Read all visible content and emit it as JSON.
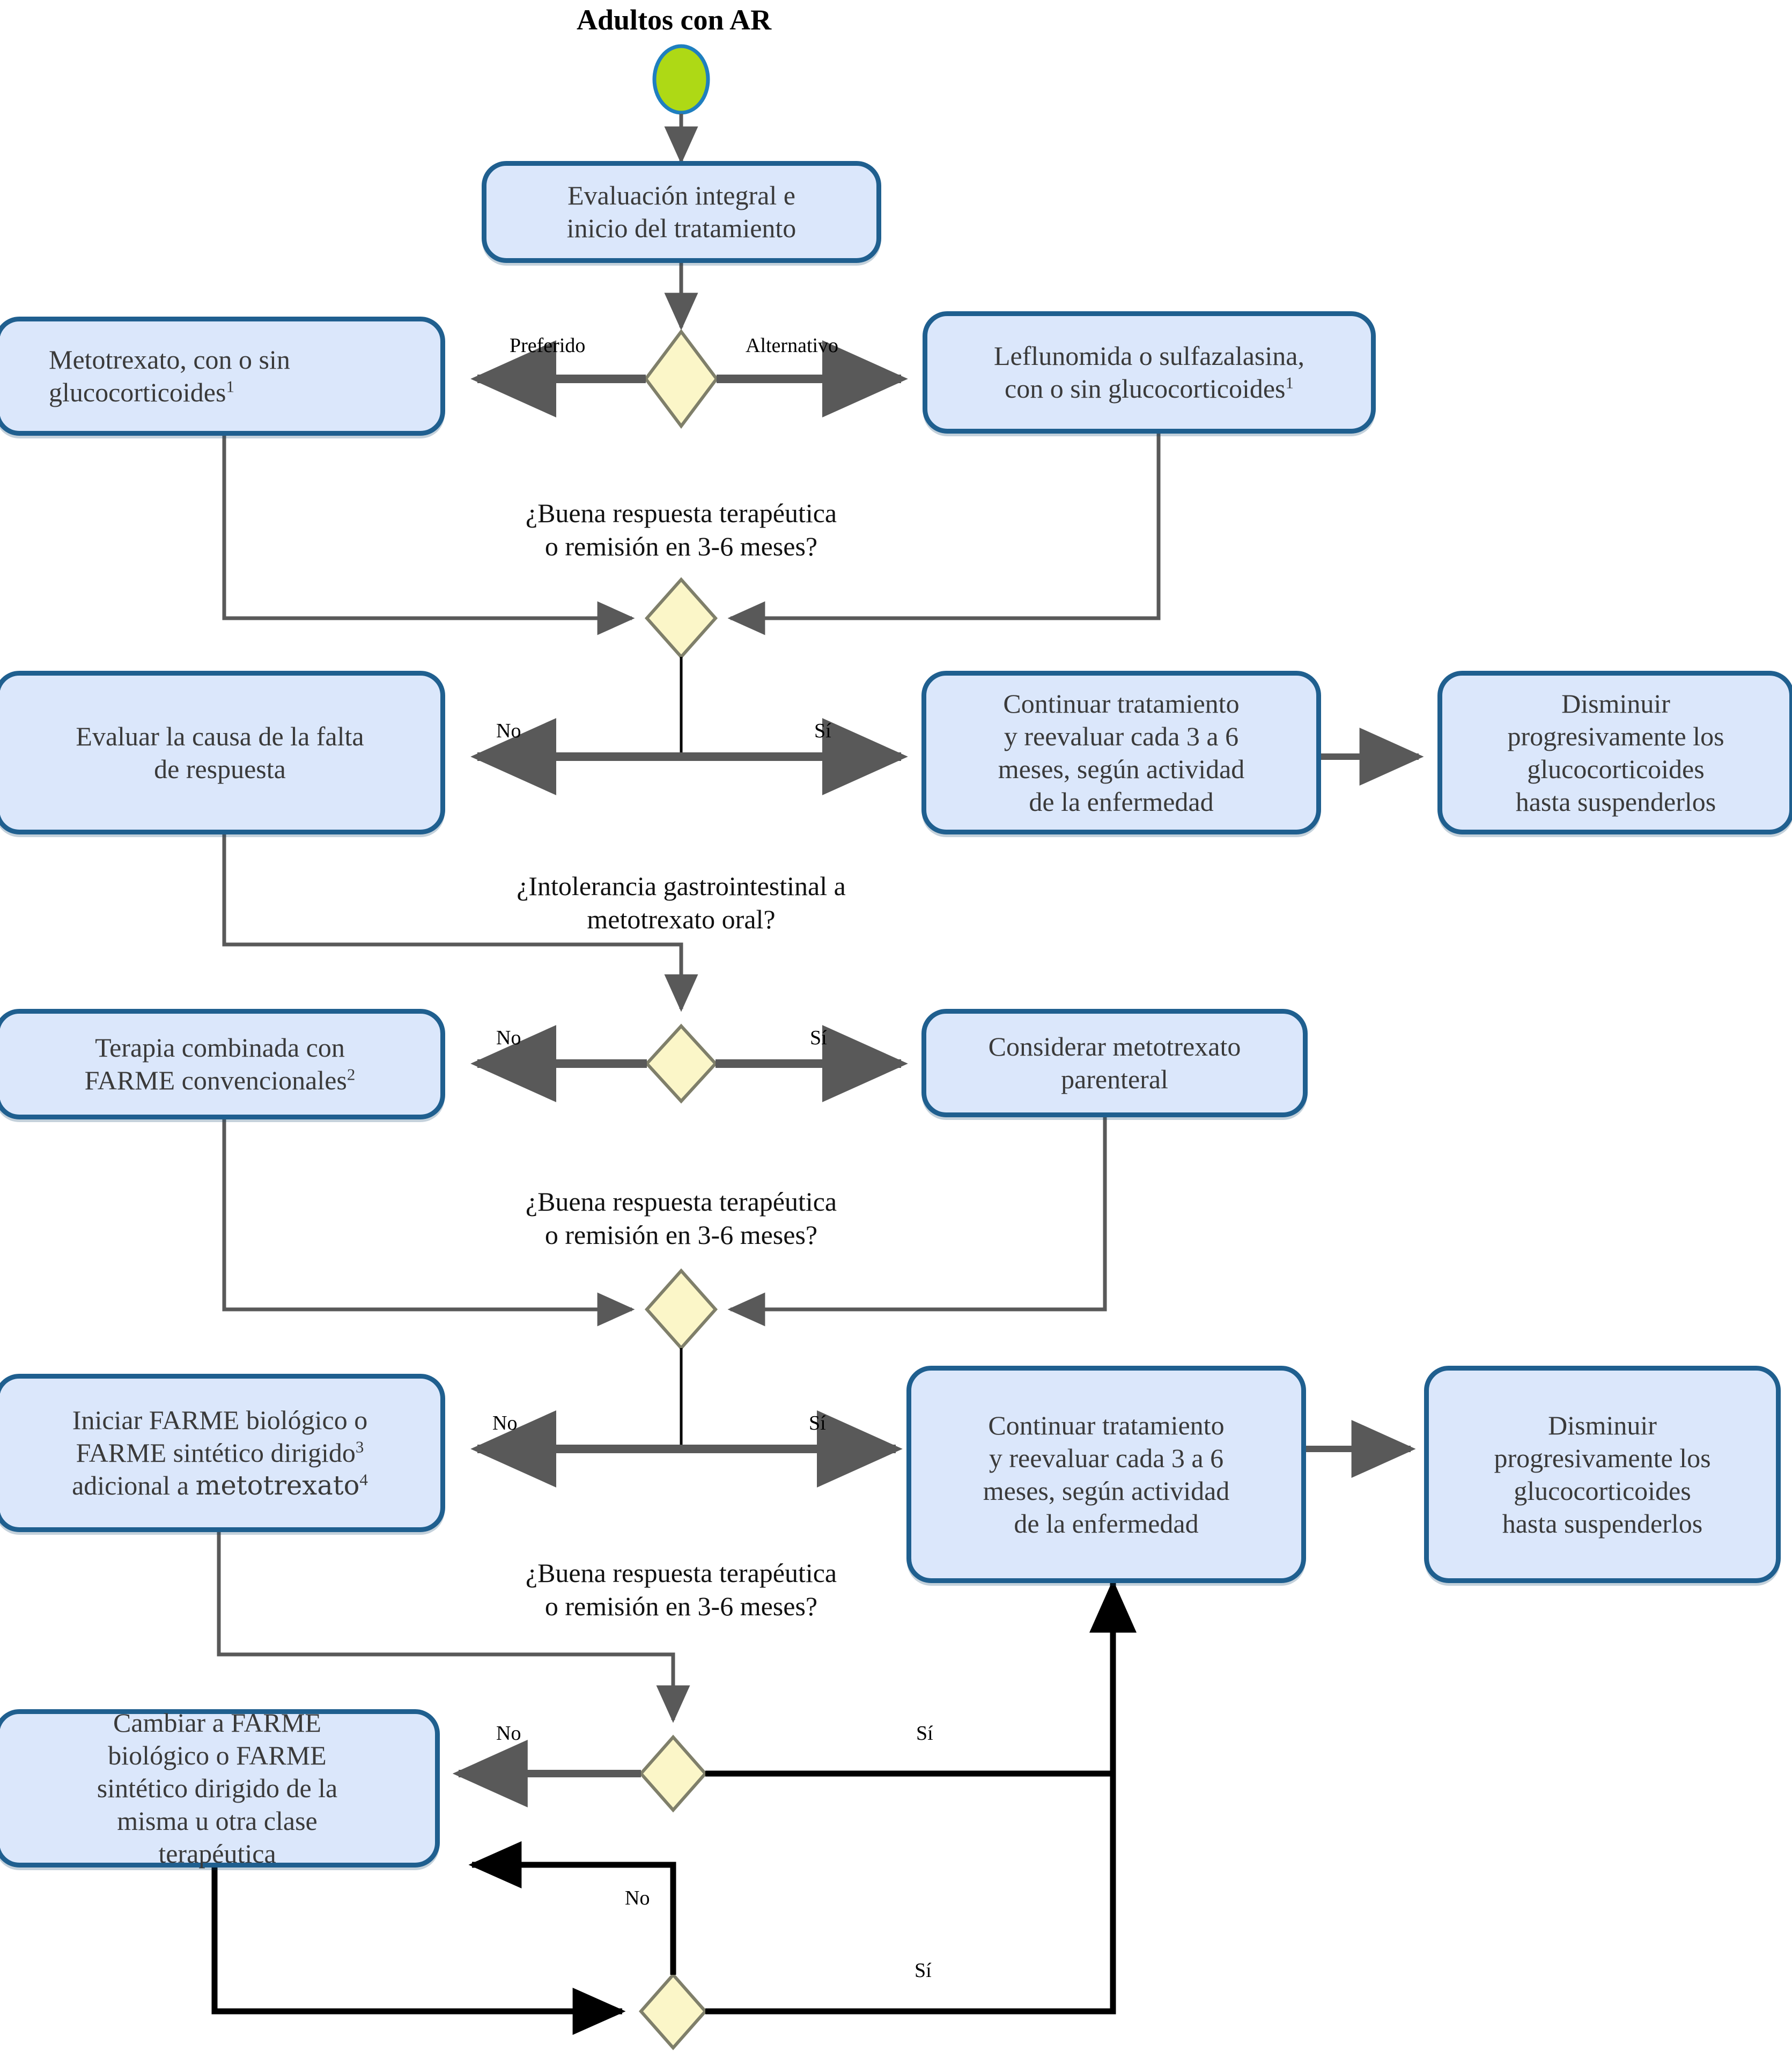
{
  "diagram": {
    "title": "Adultos con AR",
    "colors": {
      "node_fill": "#dbe7fb",
      "node_border": "#1f5f8f",
      "decision_fill": "#fbf6c8",
      "decision_border": "#7f7f6a",
      "start_fill": "#aed915",
      "start_border": "#1f7fbf",
      "arrow_gray": "#595959",
      "arrow_black": "#000000"
    },
    "start_node": {
      "name": "start-oval"
    },
    "nodes": [
      {
        "id": "n1",
        "text": "Evaluación integral e\ninicio del tratamiento"
      },
      {
        "id": "n2",
        "text": "Metotrexato, con o sin\nglucocorticoides",
        "sup": "1"
      },
      {
        "id": "n3",
        "text": "Leflunomida o sulfazalasina,\ncon o sin glucocorticoides",
        "sup": "1"
      },
      {
        "id": "n4",
        "text": "Evaluar la causa de la falta\nde respuesta"
      },
      {
        "id": "n5",
        "text": "Continuar tratamiento\ny reevaluar cada 3 a 6\nmeses, según actividad\nde la enfermedad"
      },
      {
        "id": "n6",
        "text": "Disminuir\nprogresivamente los\nglucocorticoides\nhasta suspenderlos"
      },
      {
        "id": "n7",
        "text": "Terapia combinada con\nFARME convencionales",
        "sup": "2"
      },
      {
        "id": "n8",
        "text": "Considerar metotrexato\nparenteral"
      },
      {
        "id": "n9",
        "line1": "Iniciar FARME biológico o",
        "line2": "FARME sintético dirigido",
        "sup2": "3",
        "line3a": "adicional a ",
        "line3b": "metotrexato",
        "sup3": "4"
      },
      {
        "id": "n10",
        "text": "Continuar tratamiento\ny reevaluar cada 3 a 6\nmeses, según actividad\nde la enfermedad"
      },
      {
        "id": "n11",
        "text": "Disminuir\nprogresivamente los\nglucocorticoides\nhasta suspenderlos"
      },
      {
        "id": "n12",
        "text": "Cambiar a FARME\nbiológico o FARME\nsintético dirigido de la\nmisma u otra clase\nterapéutica"
      }
    ],
    "questions": [
      {
        "id": "q1",
        "text": "¿Buena respuesta terapéutica\no remisión en 3-6 meses?"
      },
      {
        "id": "q2",
        "text": "¿Intolerancia gastrointestinal a\nmetotrexato oral?"
      },
      {
        "id": "q3",
        "text": "¿Buena respuesta terapéutica\no remisión en 3-6 meses?"
      },
      {
        "id": "q4",
        "text": "¿Buena respuesta terapéutica\no remisión en 3-6 meses?"
      }
    ],
    "edge_labels": {
      "preferido": "Preferido",
      "alternativo": "Alternativo",
      "no1": "No",
      "si1": "Sí",
      "no2": "No",
      "si2": "Sí",
      "no3": "No",
      "si3": "Sí",
      "no4": "No",
      "si4": "Sí",
      "no5": "No",
      "si5": "Sí"
    },
    "decisions": [
      {
        "id": "d1",
        "name": "decision-preferido-alternativo"
      },
      {
        "id": "d2",
        "name": "decision-respuesta-1"
      },
      {
        "id": "d3",
        "name": "decision-intolerancia-gi"
      },
      {
        "id": "d4",
        "name": "decision-respuesta-2"
      },
      {
        "id": "d5",
        "name": "decision-respuesta-3"
      },
      {
        "id": "d6",
        "name": "decision-respuesta-4"
      }
    ]
  }
}
